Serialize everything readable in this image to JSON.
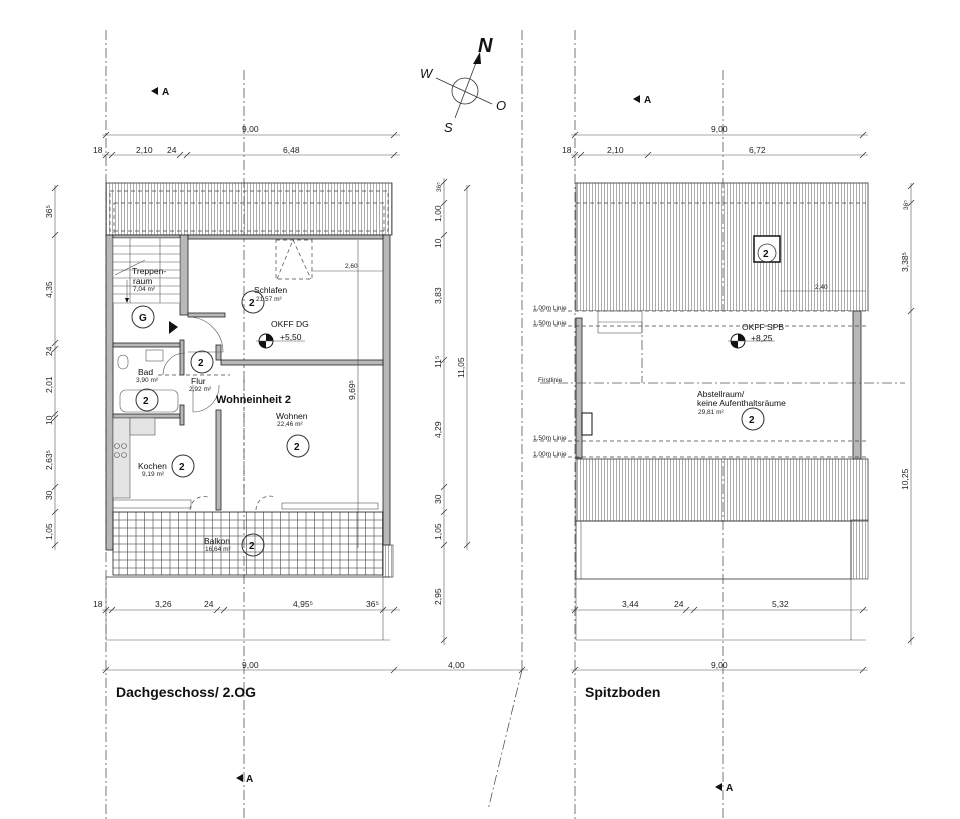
{
  "drawing": {
    "compass": {
      "north": "N",
      "east": "O",
      "south": "S",
      "west": "W"
    },
    "section_marker": "A"
  },
  "plan_left": {
    "title": "Dachgeschoss/ 2.OG",
    "unit_label": "Wohneinheit 2",
    "okff": {
      "label": "OKFF DG",
      "value": "+5,50"
    },
    "rooms": [
      {
        "name": "Treppen-",
        "name2": "raum",
        "area": "7,04 m²",
        "tag": "G"
      },
      {
        "name": "Schlafen",
        "area": "21,57 m²",
        "tag": "2"
      },
      {
        "name": "Bad",
        "area": "3,90 m²",
        "tag": "2"
      },
      {
        "name": "Flur",
        "area": "2,92 m²",
        "tag": "2"
      },
      {
        "name": "Wohnen",
        "area": "22,46 m²",
        "tag": "2"
      },
      {
        "name": "Kochen",
        "area": "9,19 m²",
        "tag": "2"
      },
      {
        "name": "Balkon",
        "area": "16,64 m²",
        "tag": "2"
      }
    ],
    "dims_top": {
      "total": "9,00",
      "parts": [
        "18",
        "2,10",
        "24",
        "6,48"
      ]
    },
    "dims_bottom": {
      "parts": [
        "18",
        "3,26",
        "24",
        "4,95⁵",
        "36⁵"
      ],
      "total": "9,00",
      "extra": "4,00"
    },
    "dims_left": [
      "36⁵",
      "4,35",
      "24",
      "2,01",
      "10",
      "2,63⁵",
      "30",
      "1,05"
    ],
    "dims_right": [
      "36⁵",
      "1,00",
      "10",
      "3,83",
      "11⁵",
      "4,29",
      "30",
      "1,05",
      "2,95"
    ],
    "dims_right_total": "11,05",
    "dim_inner_vertical": "9,69⁵",
    "dim_skylight": "2,60"
  },
  "plan_right": {
    "title": "Spitzboden",
    "okff": {
      "label": "OKFF SPB",
      "value": "+8,25"
    },
    "room": {
      "name": "Abstellraum/",
      "name2": "keine Aufenthaltsräume",
      "area": "29,81 m²",
      "tag": "2"
    },
    "lines": [
      "1,00m Linie",
      "1,50m Linie",
      "Firstlinie",
      "1,50m Linie",
      "1,00m Linie"
    ],
    "skylight_tag": "2",
    "dims_top": {
      "total": "9,00",
      "parts": [
        "18",
        "2,10",
        "6,72"
      ]
    },
    "dims_bottom": {
      "parts": [
        "3,44",
        "24",
        "5,32"
      ],
      "total": "9,00"
    },
    "dims_right": [
      "36⁵",
      "3,38⁵",
      "10,25"
    ],
    "dim_skylight": "2,40"
  }
}
